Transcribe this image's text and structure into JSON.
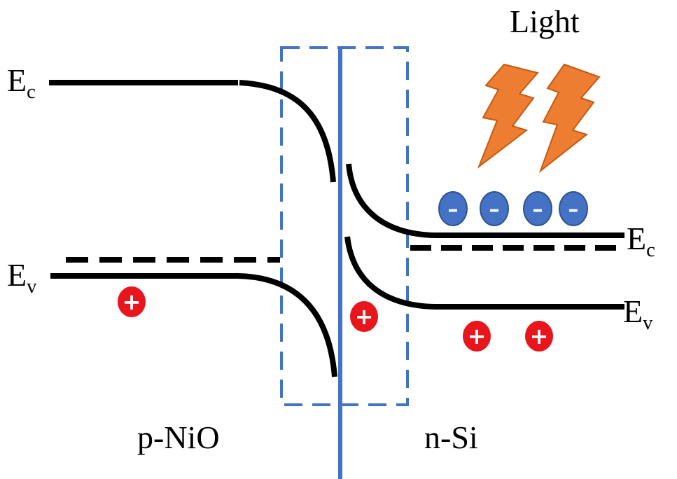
{
  "labels": {
    "ec": "E",
    "ec_sub": "c",
    "ev": "E",
    "ev_sub": "v",
    "light": "Light",
    "left_material": "p-NiO",
    "right_material": "n-Si"
  },
  "symbols": {
    "hole": "+",
    "electron": "–"
  },
  "colors": {
    "band_line": "#000000",
    "junction_line": "#4472c4",
    "depletion_box": "#4472c4",
    "hole": "#e8161c",
    "electron": "#4472c4",
    "lightning": "#ed7d31"
  },
  "icons": {
    "light_source": "lightning-bolt-icon"
  }
}
